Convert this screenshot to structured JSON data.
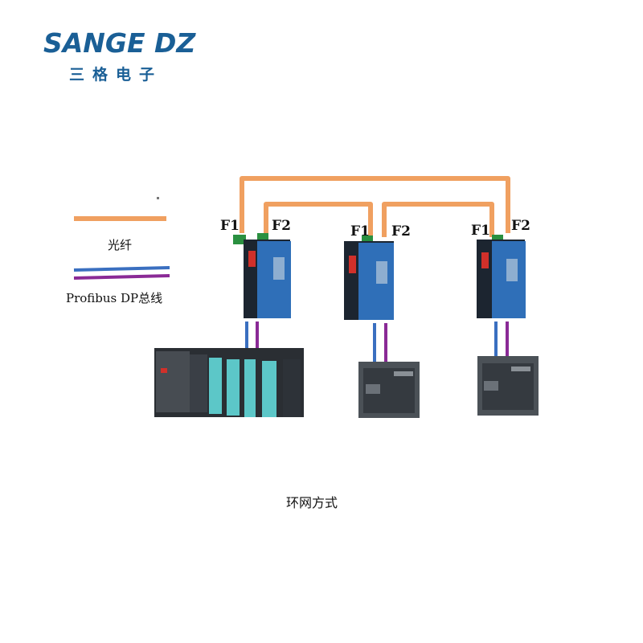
{
  "logo": {
    "brand": "SANGE DZ",
    "brand_cn": "三格电子"
  },
  "legend": {
    "fiber_label": "光纤",
    "bus_label": "Profibus DP总线",
    "fiber_color": "#f0a060",
    "bus_color_a": "#3a6fc0",
    "bus_color_b": "#8a2a96"
  },
  "nodes": [
    {
      "port_left": "F1",
      "port_right": "F2",
      "device": "plc-rack"
    },
    {
      "port_left": "F1",
      "port_right": "F2",
      "device": "plc-compact"
    },
    {
      "port_left": "F1",
      "port_right": "F2",
      "device": "plc-compact"
    }
  ],
  "caption": "环网方式",
  "colors": {
    "logo": "#1a5f96",
    "converter_body": "#1c2530",
    "converter_face": "#2f6fb8",
    "led": "#d0302a"
  }
}
